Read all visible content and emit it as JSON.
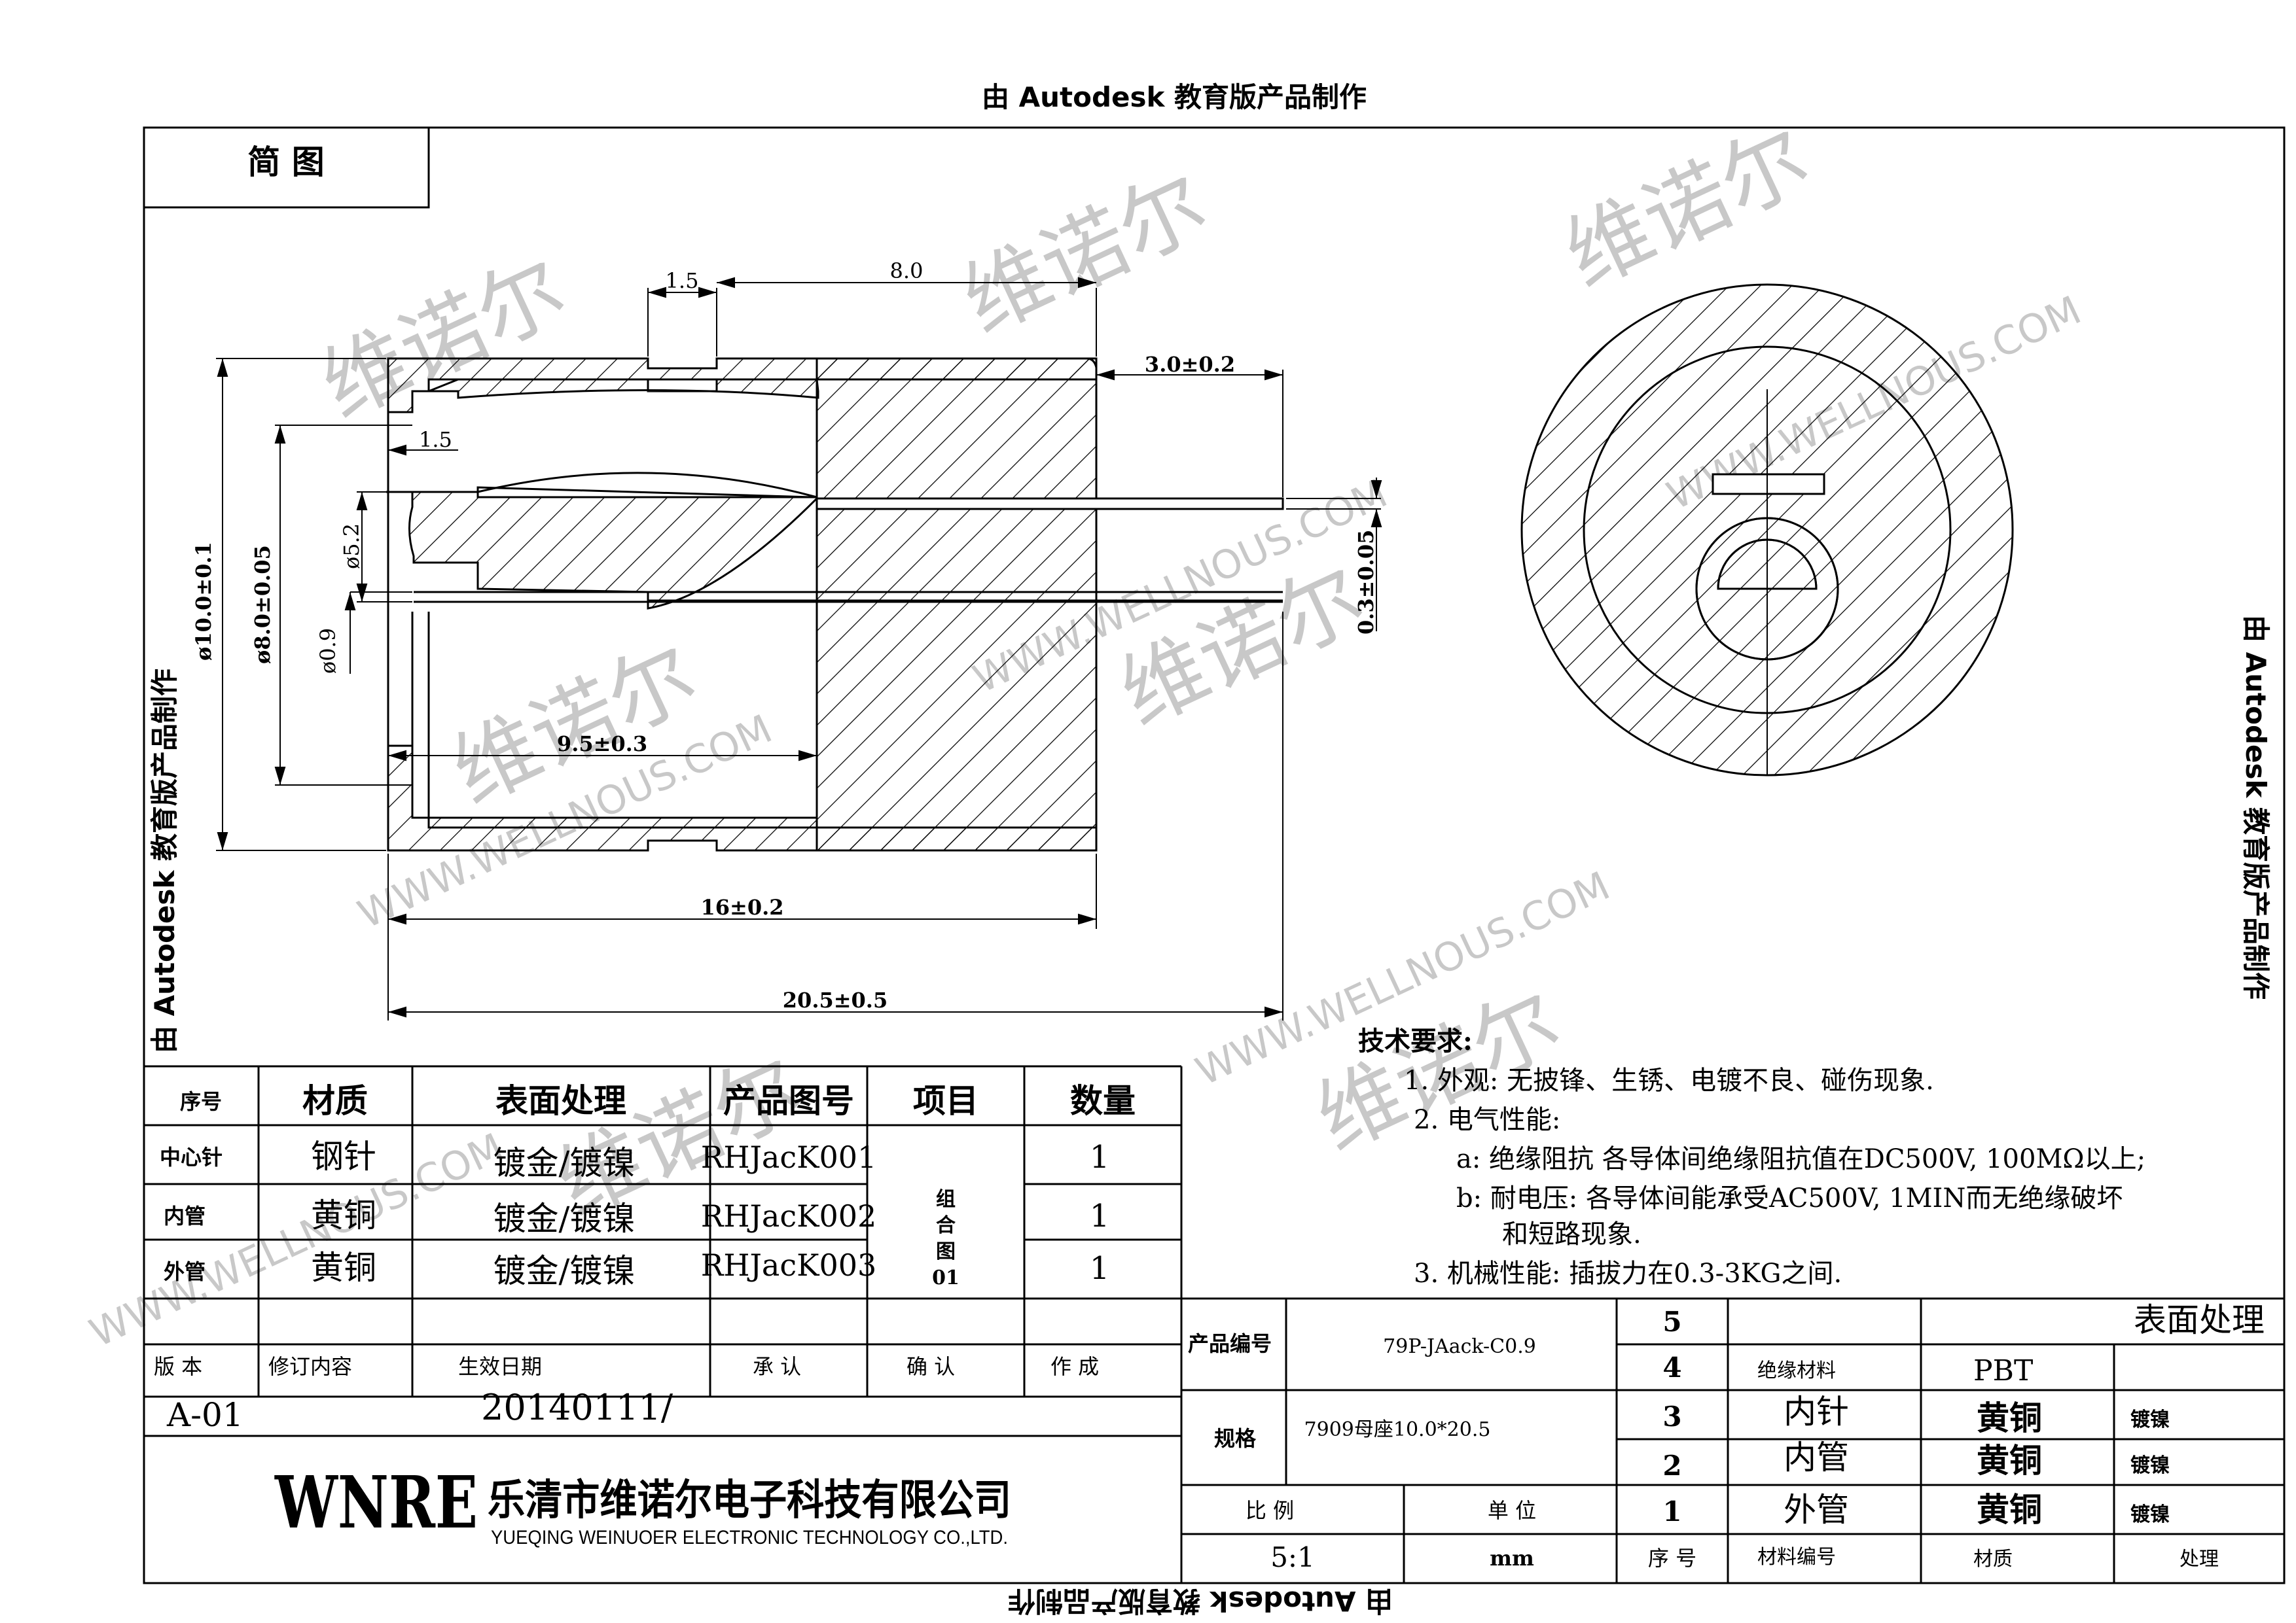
{
  "banner": "由 Autodesk 教育版产品制作",
  "header_box": {
    "label": "简  图"
  },
  "watermark": {
    "cn": "维诺尔",
    "en": "WWW.WELLNOUS.COM"
  },
  "dims": {
    "d1": "1.5",
    "d2": "8.0",
    "d3": "3.0±0.2",
    "d4": "1.5",
    "d5": "ø5.2",
    "d6": "ø10.0±0.1",
    "d7": "ø8.0±0.05",
    "d8": "ø0.9",
    "d9": "0.3±0.05",
    "d10": "9.5±0.3",
    "d11": "16±0.2",
    "d12": "20.5±0.5"
  },
  "tech": {
    "title": "技术要求:",
    "l1": "1. 外观: 无披锋、生锈、电镀不良、碰伤现象.",
    "l2": "2. 电气性能:",
    "l3": "a: 绝缘阻抗 各导体间绝缘阻抗值在DC500V, 100MΩ以上;",
    "l4": "b: 耐电压: 各导体间能承受AC500V, 1MIN而无绝缘破坏",
    "l5": "和短路现象.",
    "l6": "3. 机械性能: 插拔力在0.3-3KG之间."
  },
  "bom": {
    "headers": [
      "序号",
      "材质",
      "表面处理",
      "产品图号",
      "项目",
      "数量"
    ],
    "rows": [
      [
        "中心针",
        "钢针",
        "镀金/镀镍",
        "RHJacK001",
        "1"
      ],
      [
        "内管",
        "黄铜",
        "镀金/镀镍",
        "RHJacK002",
        "1"
      ],
      [
        "外管",
        "黄铜",
        "镀金/镀镍",
        "RHJacK003",
        "1"
      ]
    ],
    "project": [
      "组",
      "合",
      "图",
      "01"
    ]
  },
  "revision": {
    "headers": [
      "版 本",
      "修订内容",
      "生效日期",
      "承 认",
      "确 认",
      "作 成"
    ],
    "version": "A-01",
    "date": "20140111/"
  },
  "company": {
    "logo": "WNRE",
    "cn": "乐清市维诺尔电子科技有限公司",
    "en": "YUEQING WEINUOER ELECTRONIC TECHNOLOGY CO.,LTD."
  },
  "title_block": {
    "product_no_label": "产品编号",
    "product_no": "79P-JAack-C0.9",
    "spec_label": "规格",
    "spec": "7909母座10.0*20.5",
    "scale_label": "比 例",
    "unit_label": "单 位",
    "scale": "5:1",
    "unit": "mm",
    "surface_title": "表面处理",
    "items": [
      {
        "no": "5",
        "name": "",
        "mat": "",
        "fin": ""
      },
      {
        "no": "4",
        "name": "绝缘材料",
        "mat": "PBT",
        "fin": ""
      },
      {
        "no": "3",
        "name": "内针",
        "mat": "黄铜",
        "fin": "镀镍"
      },
      {
        "no": "2",
        "name": "内管",
        "mat": "黄铜",
        "fin": "镀镍"
      },
      {
        "no": "1",
        "name": "外管",
        "mat": "黄铜",
        "fin": "镀镍"
      }
    ],
    "footer": [
      "序 号",
      "材料编号",
      "材质",
      "处理"
    ]
  }
}
